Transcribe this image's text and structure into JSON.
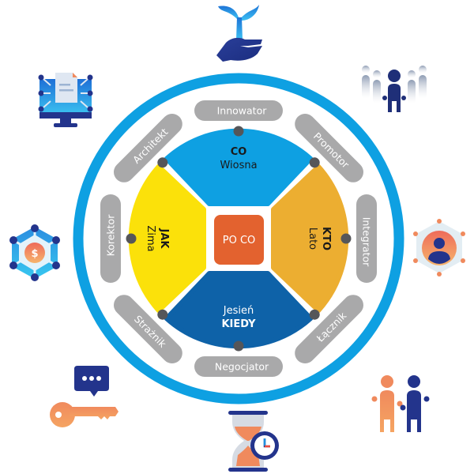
{
  "diagram": {
    "center": {
      "label": "PO CO",
      "color": "#e3622f"
    },
    "ring_color": "#0ea0e2",
    "pill_color": "#a9a9aa",
    "dot_color": "#555659",
    "segments": [
      {
        "id": "top",
        "title": "CO",
        "subtitle": "Wiosna",
        "color": "#0ea0e2",
        "text_color": "#1a1a1a"
      },
      {
        "id": "right",
        "title": "KTO",
        "subtitle": "Lato",
        "color": "#ecae31",
        "text_color": "#1a1a1a"
      },
      {
        "id": "bottom",
        "title": "KIEDY",
        "subtitle": "Jesień",
        "color": "#0e62a8",
        "text_color": "#ffffff"
      },
      {
        "id": "left",
        "title": "JAK",
        "subtitle": "Zima",
        "color": "#fbe10a",
        "text_color": "#1a1a1a"
      }
    ],
    "roles": [
      {
        "label": "Innowator"
      },
      {
        "label": "Promotor"
      },
      {
        "label": "Integrator"
      },
      {
        "label": "Łącznik"
      },
      {
        "label": "Negocjator"
      },
      {
        "label": "Strażnik"
      },
      {
        "label": "Korektor"
      },
      {
        "label": "Architekt"
      }
    ]
  },
  "icons": [
    {
      "name": "plant-in-hand-icon"
    },
    {
      "name": "team-leader-icon"
    },
    {
      "name": "user-network-icon"
    },
    {
      "name": "handshake-people-icon"
    },
    {
      "name": "hourglass-clock-icon"
    },
    {
      "name": "key-chat-icon"
    },
    {
      "name": "money-network-icon"
    },
    {
      "name": "computer-document-icon"
    }
  ]
}
